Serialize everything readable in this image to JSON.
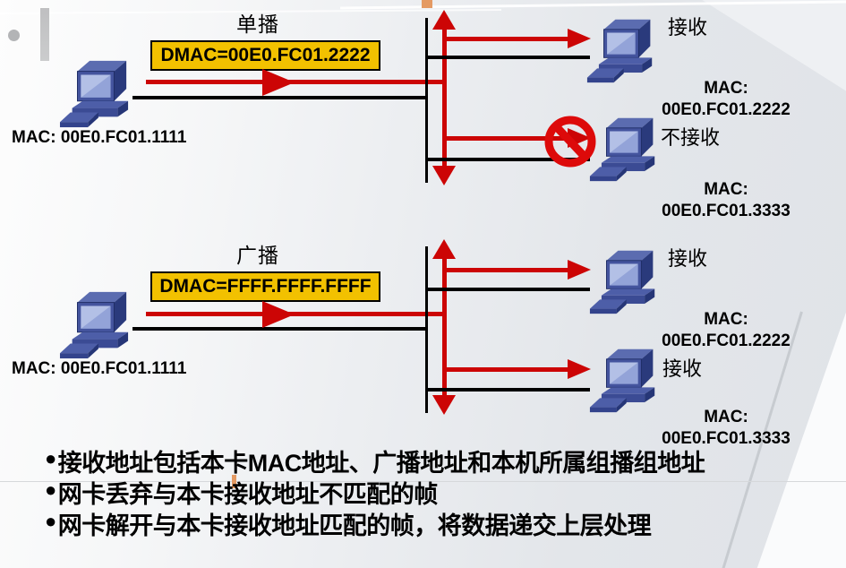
{
  "slide": {
    "unicast": {
      "title": "单播",
      "dmac": "DMAC=00E0.FC01.2222",
      "sender_mac": "MAC: 00E0.FC01.1111",
      "receiver1": {
        "status": "接收",
        "mac_label": "MAC:",
        "mac": "00E0.FC01.2222"
      },
      "receiver2": {
        "status": "不接收",
        "mac_label": "MAC:",
        "mac": "00E0.FC01.3333"
      }
    },
    "broadcast": {
      "title": "广播",
      "dmac": "DMAC=FFFF.FFFF.FFFF",
      "sender_mac": "MAC: 00E0.FC01.1111",
      "receiver1": {
        "status": "接收",
        "mac_label": "MAC:",
        "mac": "00E0.FC01.2222"
      },
      "receiver2": {
        "status": "接收",
        "mac_label": "MAC:",
        "mac": "00E0.FC01.3333"
      }
    },
    "bullets": {
      "marker": "●",
      "items": [
        "接收地址包括本卡MAC地址、广播地址和本机所属组播组地址",
        "网卡丢弃与本卡接收地址不匹配的帧",
        "网卡解开与本卡接收地址匹配的帧，将数据递交上层处理"
      ]
    },
    "colors": {
      "arrow_red": "#cc0505",
      "dmac_box_fill": "#f2c100",
      "dmac_box_border": "#000000",
      "wire_black": "#000000",
      "computer_blue": "#41529b",
      "accent_orange": "#e49a63",
      "background_gray": "#e3e6ea"
    }
  }
}
